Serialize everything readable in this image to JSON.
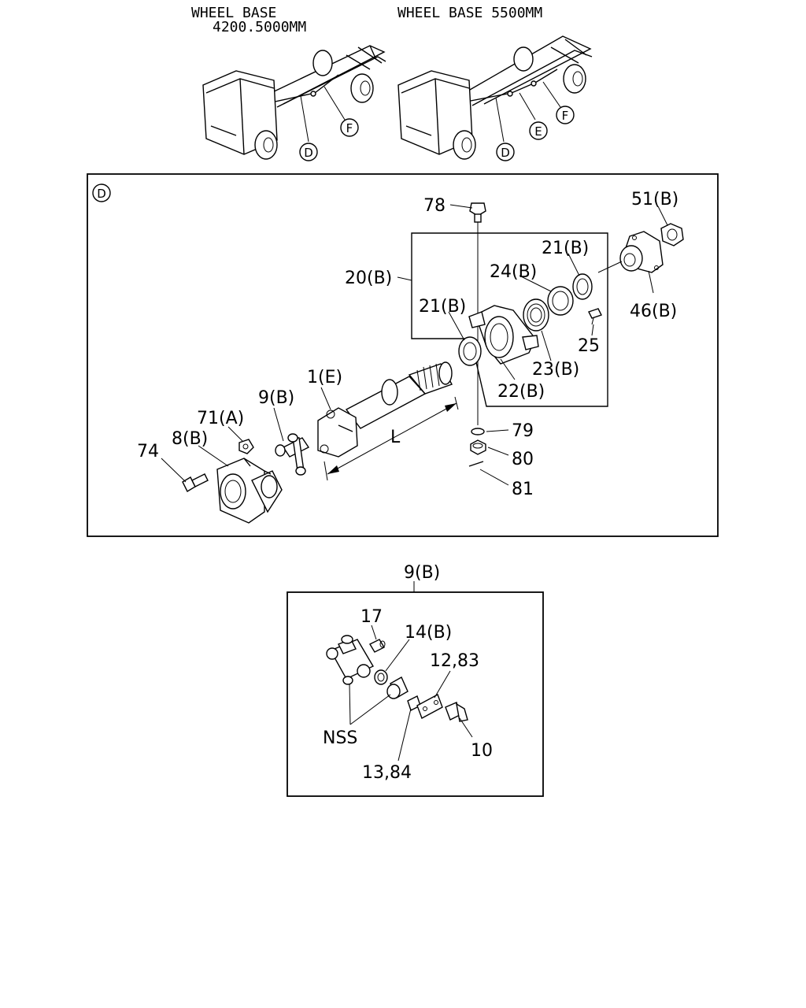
{
  "headers": {
    "wheel_base_a_line1": "WHEEL BASE",
    "wheel_base_a_line2": "4200.5000MM",
    "wheel_base_b": "WHEEL BASE 5500MM"
  },
  "callouts": {
    "truck_a": [
      "D",
      "F"
    ],
    "truck_b": [
      "D",
      "E",
      "F"
    ]
  },
  "detail_d": {
    "view_label": "D",
    "parts": {
      "p78": "78",
      "p51b": "51(B)",
      "p21b_top": "21(B)",
      "p24b": "24(B)",
      "p20b": "20(B)",
      "p46b": "46(B)",
      "p21b_left": "21(B)",
      "p25": "25",
      "p23b": "23(B)",
      "p22b": "22(B)",
      "p1e": "1(E)",
      "p9b": "9(B)",
      "p71a": "71(A)",
      "p8b": "8(B)",
      "p74": "74",
      "pL": "L",
      "p79": "79",
      "p80": "80",
      "p81": "81"
    }
  },
  "detail_9b": {
    "title": "9(B)",
    "parts": {
      "p17": "17",
      "p14b": "14(B)",
      "p12_83": "12,83",
      "pNSS": "NSS",
      "p10": "10",
      "p13_84": "13,84"
    }
  }
}
